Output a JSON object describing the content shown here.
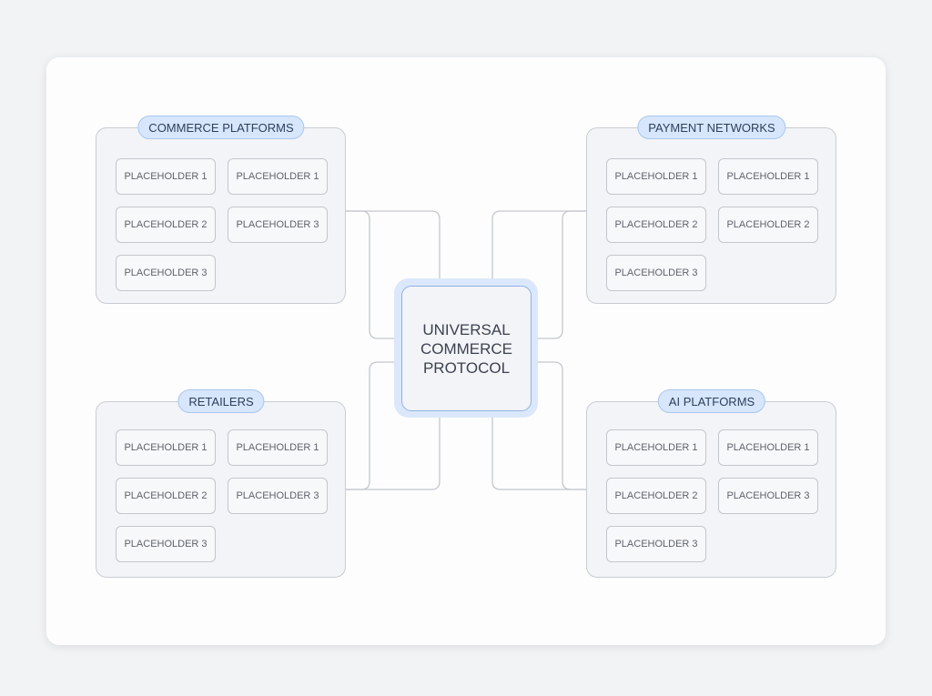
{
  "hub": {
    "title": "UNIVERSAL COMMERCE PROTOCOL"
  },
  "groups": {
    "commerce_platforms": {
      "title": "COMMERCE PLATFORMS",
      "items": [
        "PLACEHOLDER 1",
        "PLACEHOLDER 1",
        "PLACEHOLDER 2",
        "PLACEHOLDER 3",
        "PLACEHOLDER 3"
      ]
    },
    "payment_networks": {
      "title": "PAYMENT NETWORKS",
      "items": [
        "PLACEHOLDER 1",
        "PLACEHOLDER 1",
        "PLACEHOLDER 2",
        "PLACEHOLDER 2",
        "PLACEHOLDER 3"
      ]
    },
    "retailers": {
      "title": "RETAILERS",
      "items": [
        "PLACEHOLDER 1",
        "PLACEHOLDER 1",
        "PLACEHOLDER 2",
        "PLACEHOLDER 3",
        "PLACEHOLDER 3"
      ]
    },
    "ai_platforms": {
      "title": "AI PLATFORMS",
      "items": [
        "PLACEHOLDER 1",
        "PLACEHOLDER 1",
        "PLACEHOLDER 2",
        "PLACEHOLDER 3",
        "PLACEHOLDER 3"
      ]
    }
  },
  "colors": {
    "connector": "#c4c7ce",
    "pill_fill": "#d7e6fa",
    "pill_border": "#a9c7ef",
    "hub_border": "#8fb1e3"
  }
}
